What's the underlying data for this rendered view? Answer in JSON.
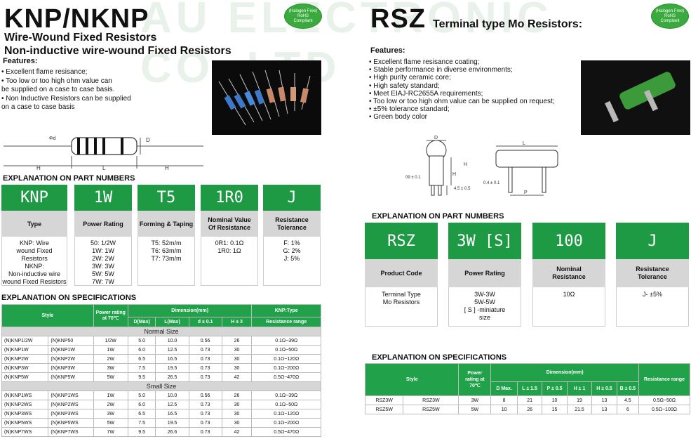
{
  "watermark": "AU ELECTRONIC CO.,LTD",
  "left": {
    "title": "KNP/NKNP",
    "subtitle1": "Wire-Wound Fixed Resistors",
    "subtitle2": "Non-inductive wire-wound Fixed Resistors",
    "badge": [
      "(Halogen Free)",
      "RoHS",
      "Compliant"
    ],
    "features_label": "Features:",
    "features": [
      "• Excellent flame resisance;",
      "• Too low or too high ohm value can",
      "  be supplied on a case to case basis.",
      "• Non Inductive Resistors can be supplied",
      "  on a case to case basis"
    ],
    "dim_labels": {
      "d": "Φd",
      "D": "D",
      "H1": "H",
      "L": "L",
      "H2": "H"
    },
    "part_heading": "EXPLANATION ON PART NUMBERS",
    "parts": [
      {
        "code": "KNP",
        "label": "Type",
        "desc": "KNP: Wire\nwound Fixed\nResistors\nNKNP:\nNon-inductive wire\nwound Fixed Resistors"
      },
      {
        "code": "1W",
        "label": "Power Rating",
        "desc": "50: 1/2W\n1W: 1W\n2W: 2W\n3W: 3W\n5W: 5W\n7W: 7W"
      },
      {
        "code": "T5",
        "label": "Forming & Taping",
        "desc": "T5: 52m/m\nT6: 63m/m\nT7: 73m/m"
      },
      {
        "code": "1R0",
        "label": "Nominal Value\nOf Resistance",
        "desc": "0R1: 0.1Ω\n1R0: 1Ω"
      },
      {
        "code": "J",
        "label": "Resistance\nTolerance",
        "desc": "F: 1%\nG: 2%\nJ: 5%"
      }
    ],
    "spec_heading": "EXPLANATION ON SPECIFICATIONS",
    "spec_headers": {
      "style": "Style",
      "power": "Power rating at 70℃",
      "dimension": "Dimension(mm)",
      "knp": "KNP:Type",
      "sub": [
        "D(Max)",
        "L(Max)",
        "d ± 0.1",
        "H ± 3"
      ],
      "range": "Resistance range"
    },
    "normal_label": "Normal Size",
    "small_label": "Small Size",
    "normal_rows": [
      [
        "(N)KNP1/2W",
        "(N)KNP50",
        "1/2W",
        "5.0",
        "10.0",
        "0.56",
        "26",
        "0.1Ω~39Ω"
      ],
      [
        "(N)KNP1W",
        "(N)KNP1W",
        "1W",
        "6.0",
        "12.5",
        "0.73",
        "30",
        "0.1Ω~50Ω"
      ],
      [
        "(N)KNP2W",
        "(N)KNP2W",
        "2W",
        "6.5",
        "16.5",
        "0.73",
        "30",
        "0.1Ω~120Ω"
      ],
      [
        "(N)KNP3W",
        "(N)KNP3W",
        "3W",
        "7.5",
        "19.5",
        "0.73",
        "30",
        "0.1Ω~200Ω"
      ],
      [
        "(N)KNP5W",
        "(N)KNP5W",
        "5W",
        "9.5",
        "26.5",
        "0.73",
        "42",
        "0.5Ω~470Ω"
      ]
    ],
    "small_rows": [
      [
        "(N)KNP1WS",
        "(N)KNP1WS",
        "1W",
        "5.0",
        "10.0",
        "0.56",
        "26",
        "0.1Ω~39Ω"
      ],
      [
        "(N)KNP2WS",
        "(N)KNP2WS",
        "2W",
        "6.0",
        "12.5",
        "0.73",
        "30",
        "0.1Ω~50Ω"
      ],
      [
        "(N)KNP3WS",
        "(N)KNP3WS",
        "3W",
        "6.5",
        "16.5",
        "0.73",
        "30",
        "0.1Ω~120Ω"
      ],
      [
        "(N)KNP5WS",
        "(N)KNP5WS",
        "5W",
        "7.5",
        "19.5",
        "0.73",
        "30",
        "0.1Ω~200Ω"
      ],
      [
        "(N)KNP7WS",
        "(N)KNP7WS",
        "7W",
        "9.5",
        "26.6",
        "0.73",
        "42",
        "0.5Ω~470Ω"
      ]
    ]
  },
  "right": {
    "title": "RSZ",
    "subtitle": "Terminal type Mo Resistors:",
    "badge": [
      "(Halogen Free)",
      "RoHS",
      "Compliant"
    ],
    "features_label": "Features:",
    "features": [
      "• Excellent flame resisance coating;",
      "• Stable performance in diverse environments;",
      "• High purity ceramic core;",
      "• High safety standard;",
      "• Meet EIAJ-RC2655A requirements;",
      "• Too low or too high ohm value can be supplied on request;",
      "• ±5% tolerance standard;",
      "• Green body color"
    ],
    "dim_labels": {
      "D": "D",
      "H1": "H",
      "H2": "H",
      "d": "09 ± 0.1",
      "pitch": "4.5 ± 0.5",
      "L": "L",
      "w": "0.4 ± 0.1",
      "P": "P"
    },
    "part_heading": "EXPLANATION ON PART NUMBERS",
    "parts": [
      {
        "code": "RSZ",
        "label": "Product Code",
        "desc": "Terminal Type\nMo Resistors"
      },
      {
        "code": "3W [S]",
        "label": "Power Rating",
        "desc": "3W-3W\n5W-5W\n[ S ] -miniature\nsize"
      },
      {
        "code": "100",
        "label": "Nominal\nResistance",
        "desc": "10Ω"
      },
      {
        "code": "J",
        "label": "Resistance\nTolerance",
        "desc": "J-  ±5%"
      }
    ],
    "spec_heading": "EXPLANATION ON SPECIFICATIONS",
    "spec_headers": {
      "style": "Style",
      "power": "Power rating at 70℃",
      "dimension": "Dimension(mm)",
      "range": "Resistance range",
      "sub": [
        "D Max.",
        "L ± 1.5",
        "P ± 0.5",
        "H ± 1",
        "H ± 0.5",
        "B ± 0.5"
      ]
    },
    "rows": [
      [
        "RSZ3W",
        "RSZ3W",
        "3W",
        "8",
        "21",
        "10",
        "19",
        "13",
        "4.5",
        "0.5Ω~50Ω"
      ],
      [
        "RSZ5W",
        "RSZ5W",
        "5W",
        "10",
        "26",
        "15",
        "21.5",
        "13",
        "6",
        "0.5Ω~100Ω"
      ]
    ]
  }
}
